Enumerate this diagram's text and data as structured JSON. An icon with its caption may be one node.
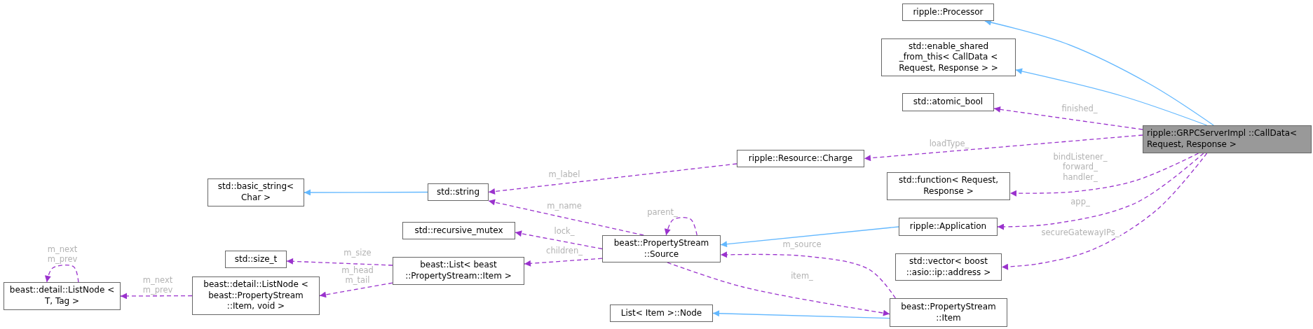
{
  "diagram": {
    "nodes": [
      {
        "text": [
          "ripple::Processor"
        ]
      },
      {
        "text": [
          "std::enable_shared _from_this< CallData < Request, Response > >"
        ]
      },
      {
        "text": [
          "std::atomic_bool"
        ]
      },
      {
        "text": [
          "ripple::GRPCServerImpl ::CallData< Request, Response >"
        ]
      },
      {
        "text": [
          "ripple::Resource::Charge"
        ]
      },
      {
        "text": [
          "std::function< Request, Response >"
        ]
      },
      {
        "text": [
          "ripple::Application"
        ]
      },
      {
        "text": [
          "std::vector< boost ::asio::ip::address >"
        ]
      },
      {
        "text": [
          "beast::PropertyStream ::Item"
        ]
      },
      {
        "text": [
          "std::basic_string< Char >"
        ]
      },
      {
        "text": [
          "std::string"
        ]
      },
      {
        "text": [
          "std::recursive_mutex"
        ]
      },
      {
        "text": [
          "beast::PropertyStream ::Source"
        ]
      },
      {
        "text": [
          "std::size_t"
        ]
      },
      {
        "text": [
          "beast::List< beast ::PropertyStream::Item >"
        ]
      },
      {
        "text": [
          "beast::detail::ListNode < beast::PropertyStream ::Item, void >"
        ]
      },
      {
        "text": [
          "beast::detail::ListNode < T, Tag >"
        ]
      },
      {
        "text": [
          "List< Item >::Node"
        ]
      }
    ],
    "edges": [
      {
        "from": 3,
        "to": 0,
        "arrow": "to",
        "color": "#63b8ff"
      },
      {
        "from": 3,
        "to": 1,
        "arrow": "to",
        "color": "#63b8ff"
      },
      {
        "from": 3,
        "to": 2,
        "arrow": "to",
        "label": "finished_",
        "style": "dashed",
        "color": "#9a32cd"
      },
      {
        "from": 3,
        "to": 4,
        "arrow": "to",
        "label": "loadType_",
        "style": "dashed",
        "color": "#9a32cd"
      },
      {
        "from": 3,
        "to": 5,
        "arrow": "to",
        "label": "bindListener_ forward_ handler_",
        "style": "dashed",
        "color": "#9a32cd"
      },
      {
        "from": 3,
        "to": 6,
        "arrow": "to",
        "label": "app_",
        "style": "dashed",
        "color": "#9a32cd"
      },
      {
        "from": 3,
        "to": 7,
        "arrow": "to",
        "label": "secureGatewayIPs_",
        "style": "dashed",
        "color": "#9a32cd"
      },
      {
        "from": 4,
        "to": 10,
        "arrow": "to",
        "label": "m_label",
        "style": "dashed",
        "color": "#9a32cd"
      },
      {
        "from": 10,
        "to": 9,
        "arrow": "to",
        "color": "#63b8ff"
      },
      {
        "from": 12,
        "to": 10,
        "arrow": "to",
        "label": "m_name",
        "style": "dashed",
        "color": "#9a32cd"
      },
      {
        "from": 12,
        "to": 12,
        "arrow": "to",
        "label": "parent_",
        "style": "dashed",
        "color": "#9a32cd"
      },
      {
        "from": 12,
        "to": 11,
        "arrow": "to",
        "label": "lock_",
        "style": "dashed",
        "color": "#9a32cd"
      },
      {
        "from": 12,
        "to": 14,
        "arrow": "to",
        "label": "children_",
        "style": "dashed",
        "color": "#9a32cd"
      },
      {
        "from": 6,
        "to": 12,
        "arrow": "to",
        "color": "#63b8ff"
      },
      {
        "from": 8,
        "to": 12,
        "arrow": "to",
        "label": "m_source",
        "style": "dashed",
        "color": "#9a32cd"
      },
      {
        "from": 12,
        "to": 8,
        "arrow": "to",
        "label": "item_",
        "style": "dashed",
        "color": "#9a32cd"
      },
      {
        "from": 8,
        "to": 17,
        "arrow": "to",
        "color": "#63b8ff"
      },
      {
        "from": 14,
        "to": 13,
        "arrow": "to",
        "label": "m_size",
        "style": "dashed",
        "color": "#9a32cd"
      },
      {
        "from": 14,
        "to": 15,
        "arrow": "to",
        "label": "m_head m_tail",
        "style": "dashed",
        "color": "#9a32cd"
      },
      {
        "from": 15,
        "to": 16,
        "arrow": "to",
        "label": "m_next m_prev",
        "style": "dashed",
        "color": "#9a32cd"
      },
      {
        "from": 16,
        "to": 16,
        "arrow": "to",
        "label": "m_next m_prev",
        "style": "dashed",
        "color": "#9a32cd"
      }
    ]
  }
}
